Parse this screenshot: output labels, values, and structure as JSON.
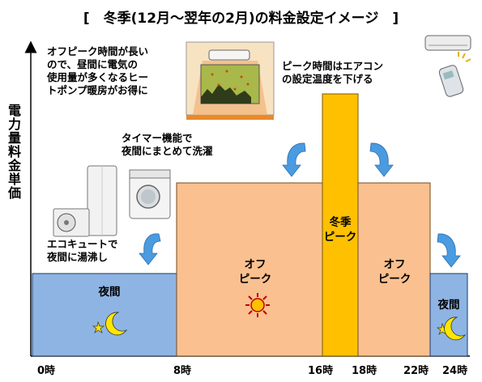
{
  "title": "[　冬季(12月～翌年の2月)の料金設定イメージ　]",
  "y_axis_label": "電力量料金単価",
  "notes": {
    "offpeak_heatpump": "オフピーク時間が長い\nので、昼間に電気の\n使用量が多くなるヒー\nトポンプ暖房がお得に",
    "peak_aircon": "ピーク時間はエアコン\nの設定温度を下げる",
    "timer_laundry": "タイマー機能で\n夜間にまとめて洗濯",
    "ecocute": "エコキュートで\n夜間に湯沸し"
  },
  "bars": {
    "night_early": "夜間",
    "offpeak_day": "オフ\nピーク",
    "peak_winter": "冬季\nピーク",
    "offpeak_evening": "オフ\nピーク",
    "night_late": "夜間"
  },
  "ticks": [
    "0時",
    "8時",
    "16時",
    "18時",
    "22時",
    "24時"
  ],
  "colors": {
    "night": "#8EB4E3",
    "offpeak": "#FAC090",
    "peak": "#FFC000",
    "arrow": "#4A9BE0"
  }
}
